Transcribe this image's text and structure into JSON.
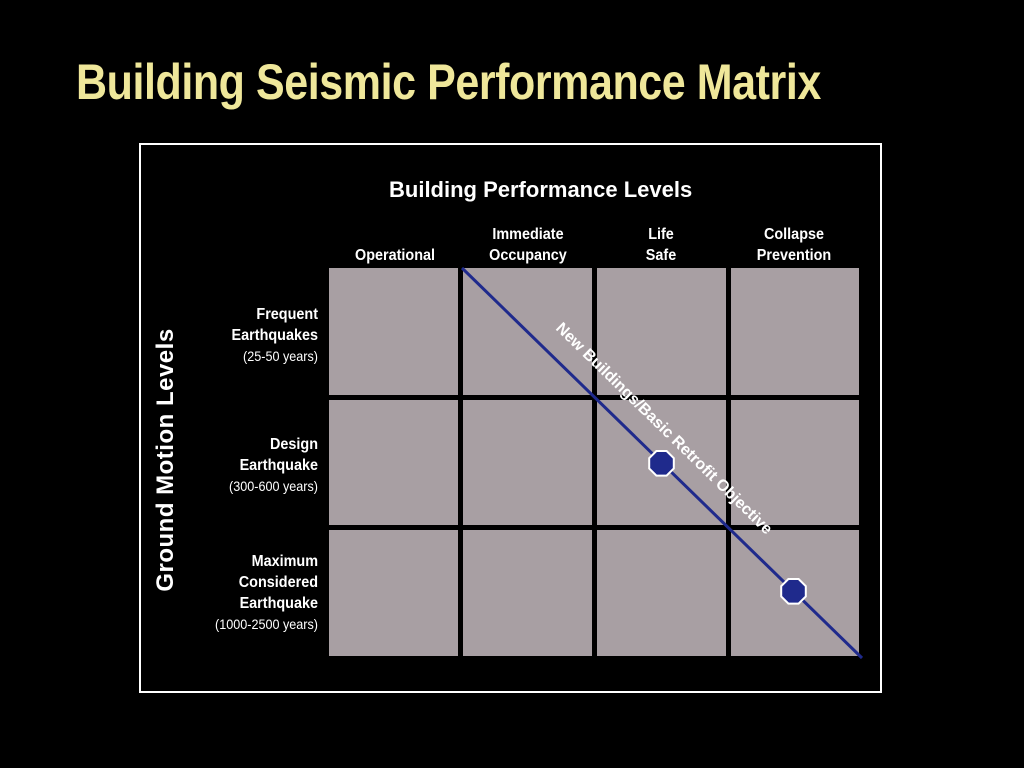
{
  "slide": {
    "title": "Building Seismic Performance Matrix"
  },
  "matrix": {
    "performance_heading": "Building Performance Levels",
    "ground_motion_heading": "Ground Motion Levels",
    "columns": [
      {
        "label": "Operational"
      },
      {
        "label": "Immediate\nOccupancy"
      },
      {
        "label": "Life\nSafe"
      },
      {
        "label": "Collapse\nPrevention"
      }
    ],
    "rows": [
      {
        "label": "Frequent\nEarthquakes",
        "years": "(25-50 years)"
      },
      {
        "label": "Design\nEarthquake",
        "years": "(300-600 years)"
      },
      {
        "label": "Maximum\nConsidered\nEarthquake",
        "years": "(1000-2500 years)"
      }
    ],
    "objective": {
      "label": "New Buildings/Basic Retrofit Objective",
      "line_color": "#1f2a8c",
      "marker_color": "#1f2a8c",
      "markers": [
        {
          "row": "Design Earthquake",
          "column": "Life Safe"
        },
        {
          "row": "Maximum Considered Earthquake",
          "column": "Collapse Prevention"
        }
      ]
    },
    "colors": {
      "title": "#efe79a",
      "cell_fill": "#a89fa3",
      "background": "#000000"
    }
  }
}
